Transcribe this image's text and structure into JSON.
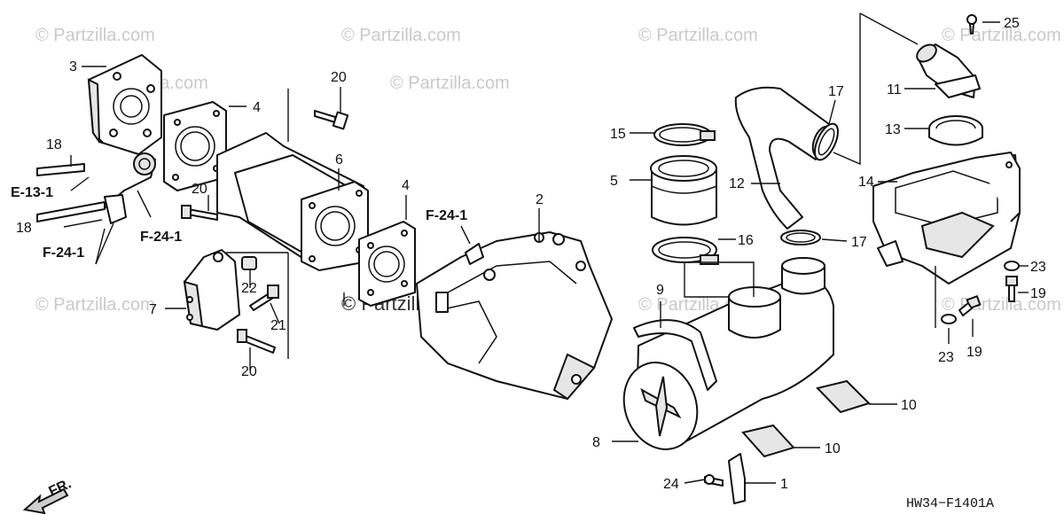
{
  "watermark": "© Partzilla.com",
  "watermark_center": "© Partzilla.com",
  "diagram_code": "HW34−F1401A",
  "direction_label": "FR.",
  "references": {
    "e13_1": "E-13-1",
    "f24_1": "F-24-1"
  },
  "callouts": {
    "c1": "1",
    "c2": "2",
    "c3": "3",
    "c4": "4",
    "c5": "5",
    "c6": "6",
    "c7": "7",
    "c8": "8",
    "c9": "9",
    "c10": "10",
    "c11": "11",
    "c12": "12",
    "c13": "13",
    "c14": "14",
    "c15": "15",
    "c16": "16",
    "c17": "17",
    "c18": "18",
    "c19": "19",
    "c20": "20",
    "c21": "21",
    "c22": "22",
    "c23": "23",
    "c24": "24",
    "c25": "25"
  }
}
